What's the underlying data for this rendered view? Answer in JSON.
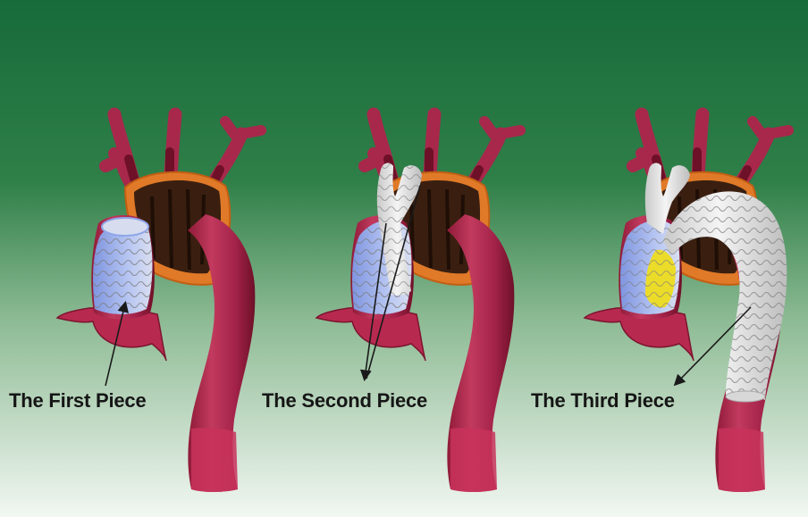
{
  "figure": {
    "panels": [
      {
        "caption": "The First Piece"
      },
      {
        "caption": "The Second Piece"
      },
      {
        "caption": "The Third Piece"
      }
    ],
    "colors": {
      "background_top": "#176b3a",
      "background_bottom": "#f2f7f2",
      "vessel": "#b8294f",
      "vessel_dark": "#6e1028",
      "arch_tissue": "#e07a28",
      "stent_graft": "#e6e6e6",
      "stent_blue": "#8fa6e8",
      "stent_yellow": "#ecdc2a",
      "arrow": "#1a1a1a"
    }
  }
}
